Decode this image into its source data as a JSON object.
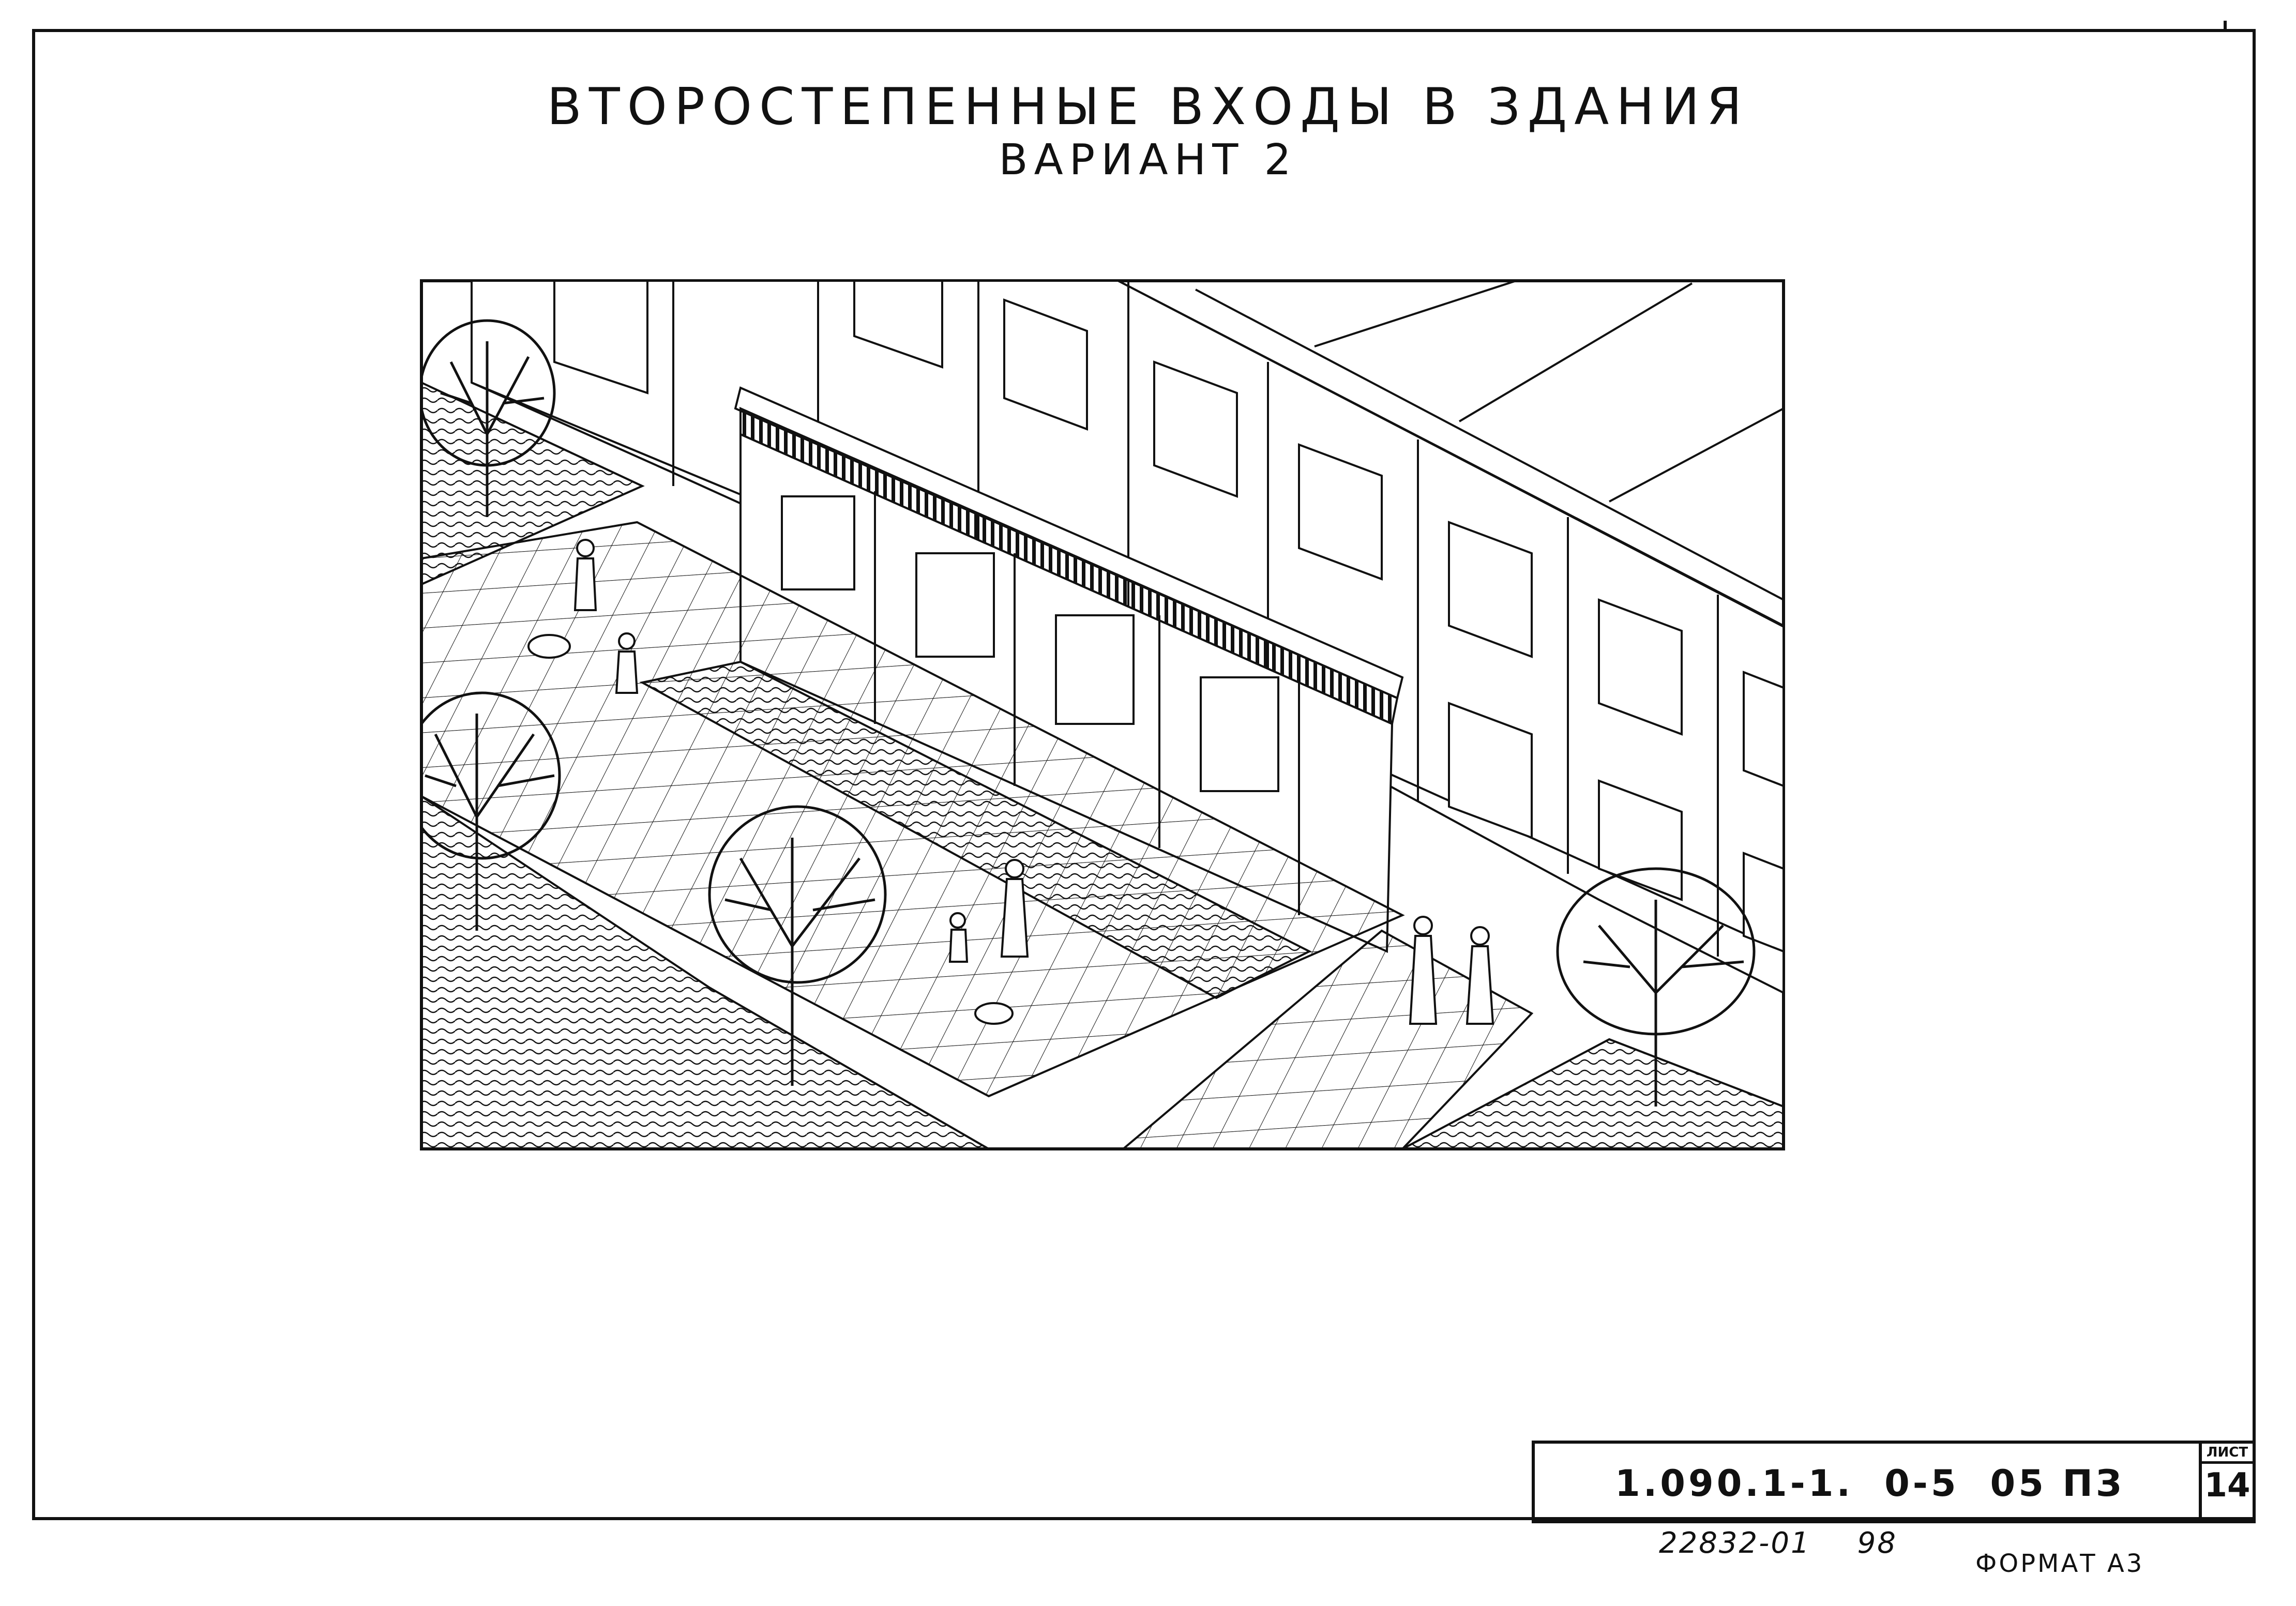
{
  "document": {
    "title": "ВТОРОСТЕПЕННЫЕ ВХОДЫ В ЗДАНИЯ",
    "subtitle": "ВАРИАНТ 2"
  },
  "stamp": {
    "code_part1": "1.090.1-1.",
    "code_part2": "0-5",
    "code_part3": "05 ПЗ",
    "sheet_label": "ЛИСТ",
    "sheet_number": "14"
  },
  "archive": {
    "number": "22832-01",
    "year": "98"
  },
  "format_note": "ФОРМАТ А3"
}
